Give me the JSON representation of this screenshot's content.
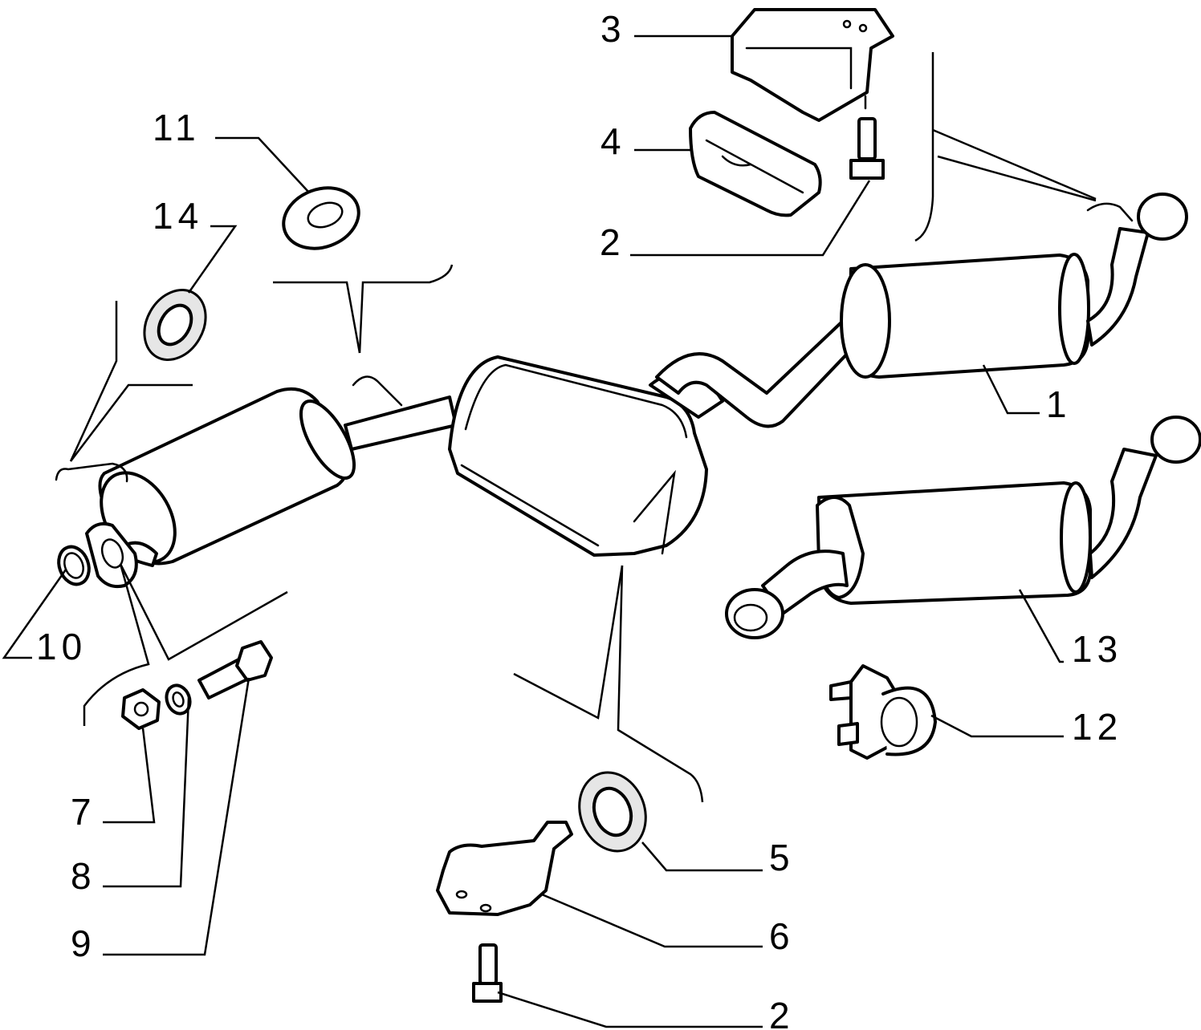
{
  "diagram": {
    "callouts": [
      {
        "id": "c1",
        "label": "1"
      },
      {
        "id": "c2a",
        "label": "2"
      },
      {
        "id": "c2b",
        "label": "2"
      },
      {
        "id": "c3",
        "label": "3"
      },
      {
        "id": "c4",
        "label": "4"
      },
      {
        "id": "c5",
        "label": "5"
      },
      {
        "id": "c6",
        "label": "6"
      },
      {
        "id": "c7",
        "label": "7"
      },
      {
        "id": "c8",
        "label": "8"
      },
      {
        "id": "c9",
        "label": "9"
      },
      {
        "id": "c10",
        "label": "10"
      },
      {
        "id": "c11",
        "label": "11"
      },
      {
        "id": "c12",
        "label": "12"
      },
      {
        "id": "c13",
        "label": "13"
      },
      {
        "id": "c14",
        "label": "14"
      }
    ]
  }
}
